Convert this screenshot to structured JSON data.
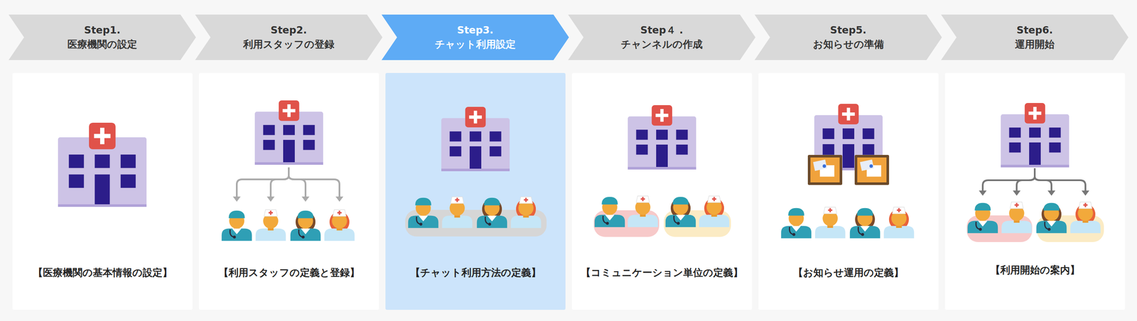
{
  "diagram": {
    "nodes": [
      {
        "text": [
          "Step1.",
          "医療機関の設定"
        ]
      },
      {
        "text": [
          "Step2.",
          "利用スタッフの登録"
        ]
      },
      {
        "text": [
          "Step3.",
          "チャット利用設定"
        ]
      },
      {
        "text": [
          "Step４ .",
          "チャンネルの作成"
        ]
      },
      {
        "text": [
          "Step5.",
          "お知らせの準備"
        ]
      },
      {
        "text": [
          "Step6.",
          "運用開始"
        ]
      },
      {
        "text": [
          "【医療機関の基本情報の設定】"
        ]
      },
      {
        "text": [
          "【利用スタッフの定義と登録】"
        ]
      },
      {
        "text": [
          "【チャット利用方法の定義】"
        ]
      },
      {
        "text": [
          "【コミュニケーション単位の定義】"
        ]
      },
      {
        "text": [
          "【お知らせ運用の定義】"
        ]
      },
      {
        "text": [
          "【利用開始の案内】"
        ]
      }
    ]
  }
}
